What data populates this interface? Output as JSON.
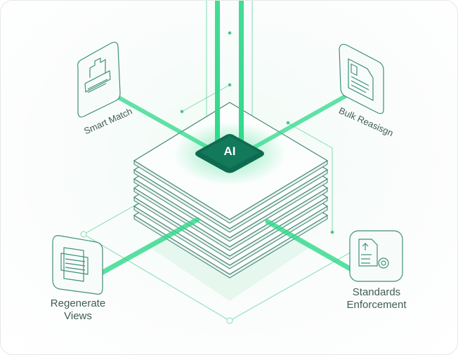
{
  "chip": {
    "label": "AI"
  },
  "features": [
    {
      "label": "Smart Match",
      "icon": "puzzle-document-icon"
    },
    {
      "label": "Bulk Reasisgn",
      "icon": "document-icon"
    },
    {
      "label": "Regenerate Views",
      "line1": "Regenerate",
      "line2": "Views",
      "icon": "stacked-pages-icon"
    },
    {
      "label": "Standards Enforcement",
      "line1": "Standards",
      "line2": "Enforcement",
      "icon": "document-gear-icon"
    }
  ],
  "colors": {
    "accent": "#2fd98a",
    "chip": "#0f6b4f",
    "stroke": "#3f8f7a",
    "text": "#3f5c55"
  }
}
